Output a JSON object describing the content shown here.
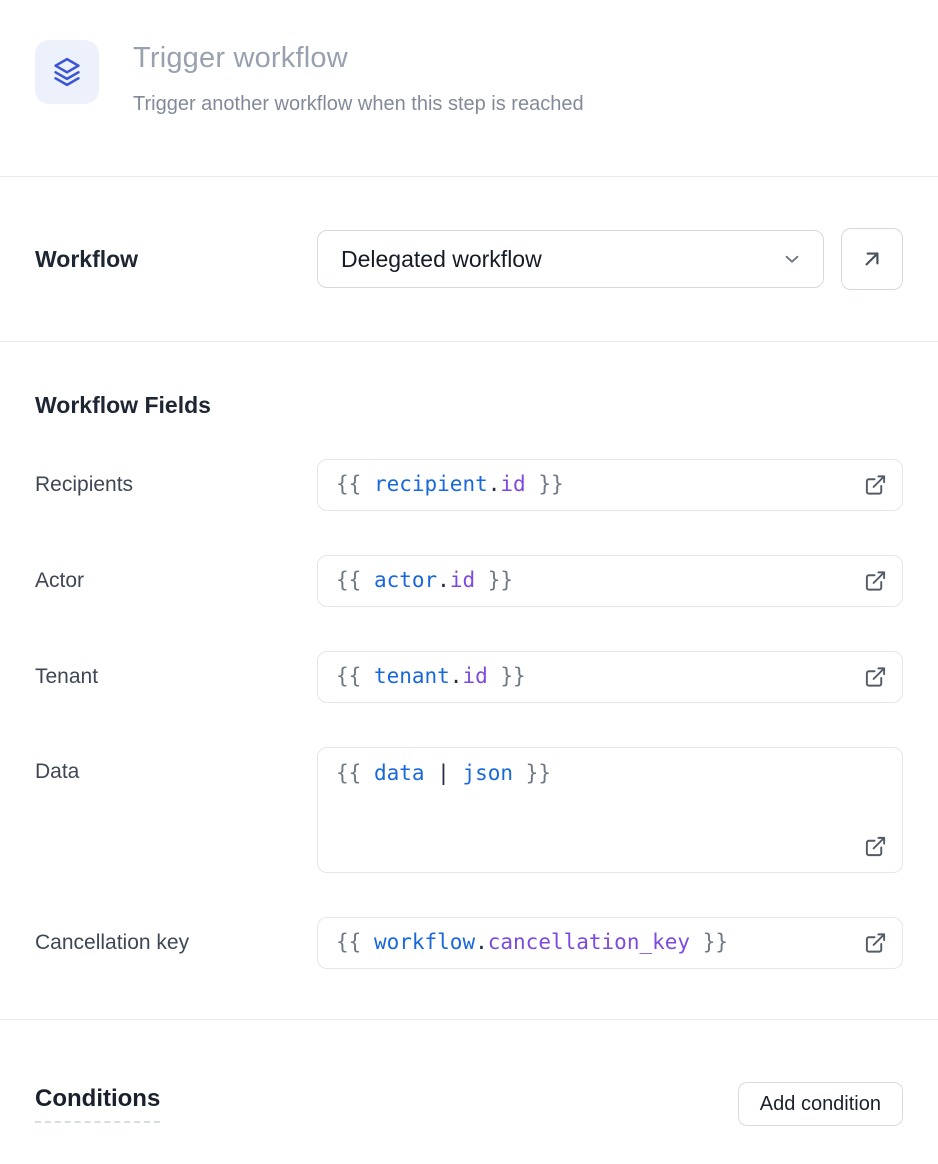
{
  "colors": {
    "icon_bg": "#edf1fc",
    "icon_stroke": "#3a56d4",
    "brace": "#717885",
    "var": "#1868db",
    "punct": "#222b3f",
    "attr": "#7d4ae0"
  },
  "header": {
    "icon": "stack-icon",
    "title": "Trigger workflow",
    "subtitle": "Trigger another workflow when this step is reached"
  },
  "workflow_selector": {
    "label": "Workflow",
    "selected_option": "Delegated workflow",
    "chevron_icon": "chevron-down-icon",
    "open_button_icon": "arrow-up-right-icon"
  },
  "workflow_fields": {
    "heading": "Workflow Fields",
    "external_link_icon": "external-link-icon",
    "fields": [
      {
        "label": "Recipients",
        "multiline": false,
        "value": "{{ recipient.id }}",
        "tokens": [
          {
            "text": "{{ ",
            "type": "brace"
          },
          {
            "text": "recipient",
            "type": "var"
          },
          {
            "text": ".",
            "type": "punct"
          },
          {
            "text": "id",
            "type": "attr"
          },
          {
            "text": " }}",
            "type": "brace"
          }
        ]
      },
      {
        "label": "Actor",
        "multiline": false,
        "value": "{{ actor.id }}",
        "tokens": [
          {
            "text": "{{ ",
            "type": "brace"
          },
          {
            "text": "actor",
            "type": "var"
          },
          {
            "text": ".",
            "type": "punct"
          },
          {
            "text": "id",
            "type": "attr"
          },
          {
            "text": " }}",
            "type": "brace"
          }
        ]
      },
      {
        "label": "Tenant",
        "multiline": false,
        "value": "{{ tenant.id }}",
        "tokens": [
          {
            "text": "{{ ",
            "type": "brace"
          },
          {
            "text": "tenant",
            "type": "var"
          },
          {
            "text": ".",
            "type": "punct"
          },
          {
            "text": "id",
            "type": "attr"
          },
          {
            "text": " }}",
            "type": "brace"
          }
        ]
      },
      {
        "label": "Data",
        "multiline": true,
        "value": "{{ data | json }}",
        "tokens": [
          {
            "text": "{{ ",
            "type": "brace"
          },
          {
            "text": "data",
            "type": "var"
          },
          {
            "text": " | ",
            "type": "punct"
          },
          {
            "text": "json",
            "type": "var"
          },
          {
            "text": " }}",
            "type": "brace"
          }
        ]
      },
      {
        "label": "Cancellation key",
        "multiline": false,
        "value": "{{ workflow.cancellation_key }}",
        "tokens": [
          {
            "text": "{{ ",
            "type": "brace"
          },
          {
            "text": "workflow",
            "type": "var"
          },
          {
            "text": ".",
            "type": "punct"
          },
          {
            "text": "cancellation_key",
            "type": "attr"
          },
          {
            "text": " }}",
            "type": "brace"
          }
        ]
      }
    ]
  },
  "conditions": {
    "heading": "Conditions",
    "add_button_label": "Add condition"
  }
}
